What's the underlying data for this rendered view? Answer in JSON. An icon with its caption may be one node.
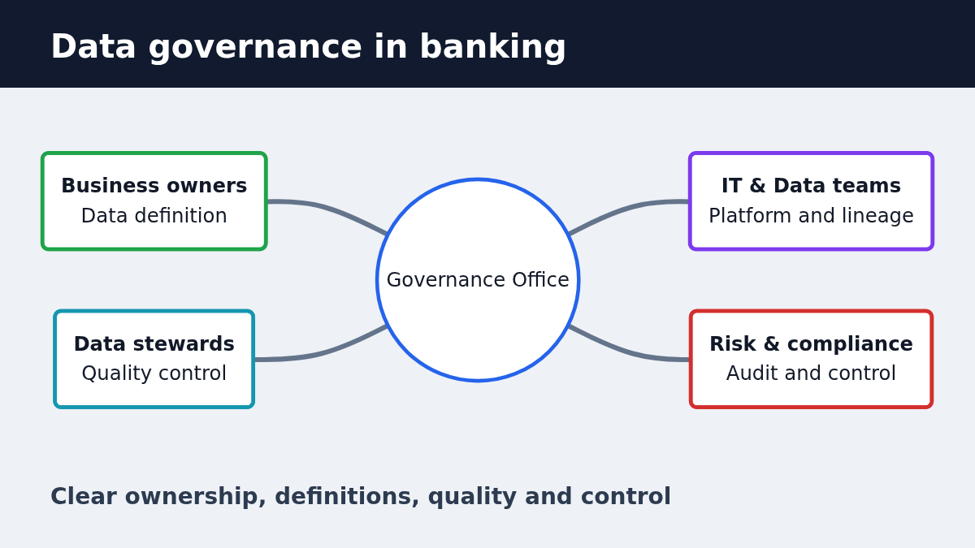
{
  "diagram": {
    "title": "Data governance in banking",
    "nodes": [
      {
        "text": [
          "Business owners",
          "Data definition"
        ]
      },
      {
        "text": [
          "Data stewards",
          "Quality control"
        ]
      },
      {
        "text": [
          "Governance Office"
        ]
      },
      {
        "text": [
          "IT & Data teams",
          "Platform and lineage"
        ]
      },
      {
        "text": [
          "Risk & compliance",
          "Audit and control"
        ]
      }
    ],
    "edges": [
      {
        "from": 0,
        "to": 2,
        "arrow": "none"
      },
      {
        "from": 1,
        "to": 2,
        "arrow": "none"
      },
      {
        "from": 2,
        "to": 3,
        "arrow": "none"
      },
      {
        "from": 2,
        "to": 4,
        "arrow": "none"
      }
    ],
    "caption": "Clear ownership, definitions, quality and control"
  }
}
